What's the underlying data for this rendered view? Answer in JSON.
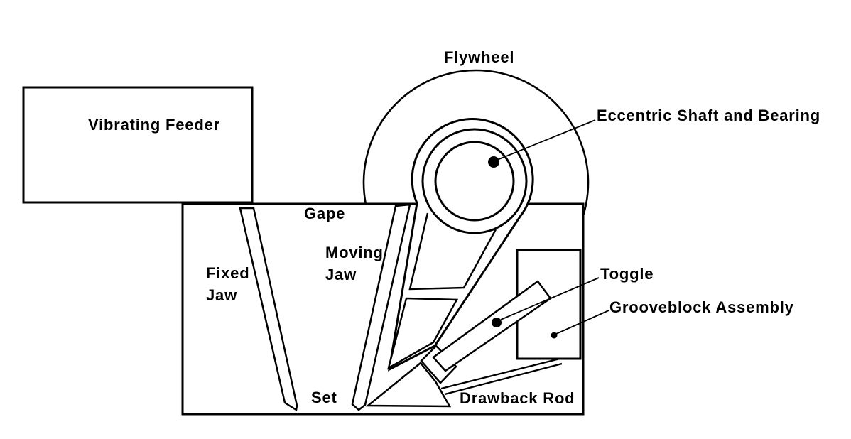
{
  "diagram": {
    "labels": {
      "flywheel": "Flywheel",
      "eccentric_shaft": "Eccentric Shaft and Bearing",
      "vibrating_feeder": "Vibrating Feeder",
      "gape": "Gape",
      "moving_jaw_line1": "Moving",
      "moving_jaw_line2": "Jaw",
      "fixed_jaw_line1": "Fixed",
      "fixed_jaw_line2": "Jaw",
      "set": "Set",
      "toggle": "Toggle",
      "grooveblock_assembly": "Grooveblock Assembly",
      "drawback_rod": "Drawback Rod"
    },
    "colors": {
      "line": "#000000",
      "background": "#ffffff"
    }
  }
}
